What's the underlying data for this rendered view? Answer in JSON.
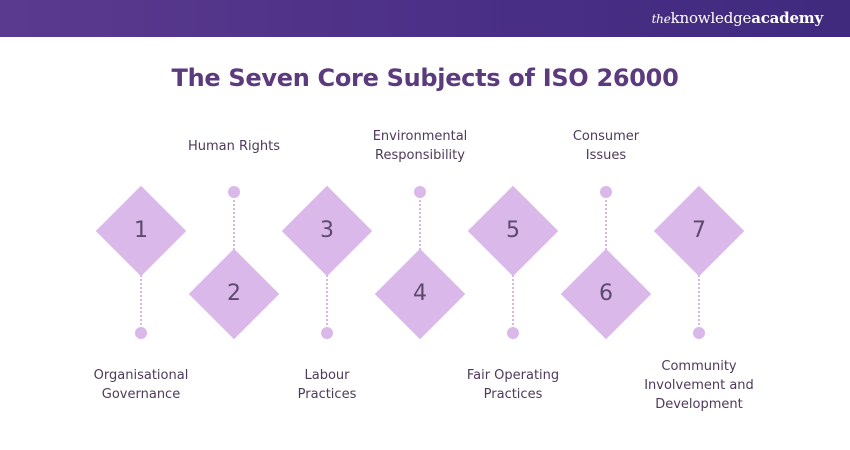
{
  "header": {
    "brand_prefix": "the",
    "brand_name": "knowledge",
    "brand_strong": "academy"
  },
  "title": "The Seven Core Subjects of ISO 26000",
  "subjects": [
    {
      "number": "1",
      "label": "Organisational\nGovernance",
      "position": "bottom"
    },
    {
      "number": "2",
      "label": "Human Rights",
      "position": "top"
    },
    {
      "number": "3",
      "label": "Labour\nPractices",
      "position": "bottom"
    },
    {
      "number": "4",
      "label": "Environmental\nResponsibility",
      "position": "top"
    },
    {
      "number": "5",
      "label": "Fair Operating\nPractices",
      "position": "bottom"
    },
    {
      "number": "6",
      "label": "Consumer\nIssues",
      "position": "top"
    },
    {
      "number": "7",
      "label": "Community\nInvolvement and\nDevelopment",
      "position": "bottom"
    }
  ],
  "colors": {
    "header_bg": "#4b2f86",
    "title": "#5b3b7e",
    "diamond": "#dbb8ea",
    "text": "#4e3a5a"
  }
}
